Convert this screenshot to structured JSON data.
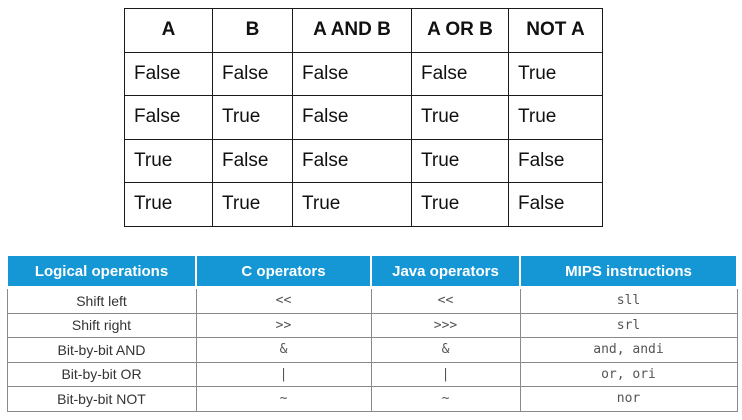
{
  "truth_table": {
    "headers": [
      "A",
      "B",
      "A AND B",
      "A OR B",
      "NOT A"
    ],
    "rows": [
      [
        "False",
        "False",
        "False",
        "False",
        "True"
      ],
      [
        "False",
        "True",
        "False",
        "True",
        "True"
      ],
      [
        "True",
        "False",
        "False",
        "True",
        "False"
      ],
      [
        "True",
        "True",
        "True",
        "True",
        "False"
      ]
    ]
  },
  "ops_table": {
    "headers": [
      "Logical operations",
      "C operators",
      "Java operators",
      "MIPS instructions"
    ],
    "rows": [
      [
        "Shift left",
        "<<",
        "<<",
        "sll"
      ],
      [
        "Shift right",
        ">>",
        ">>>",
        "srl"
      ],
      [
        "Bit-by-bit AND",
        "&",
        "&",
        "and, andi"
      ],
      [
        "Bit-by-bit OR",
        "|",
        "|",
        "or, ori"
      ],
      [
        "Bit-by-bit NOT",
        "~",
        "~",
        "nor"
      ]
    ],
    "header_color": "#1597d6"
  }
}
